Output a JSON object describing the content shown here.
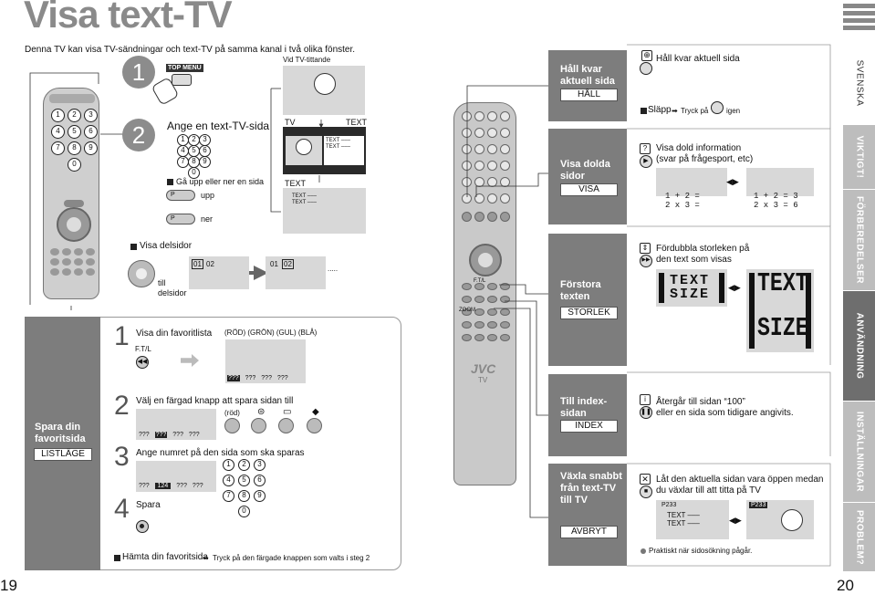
{
  "page": {
    "title": "Visa text-TV",
    "intro": "Denna TV kan visa TV-sändningar och text-TV på samma kanal i två olika fönster.",
    "page_left": "19",
    "page_right": "20"
  },
  "left": {
    "step1_num": "1",
    "top_menu": "TOP MENU",
    "vid_tv": "Vid TV-tittande",
    "step2_num": "2",
    "ange": "Ange en text-TV-sida",
    "gaupp": "Gå upp eller ner en sida",
    "upp": "upp",
    "ner": "ner",
    "tv": "TV",
    "text": "TEXT",
    "textline": "TEXT –––",
    "visa_delsidor": "Visa delsidor",
    "till": "till",
    "delsidor": "delsidor",
    "sub1a": "01",
    "sub1b": "02",
    "sub2a": "01",
    "sub2b": "02",
    "dots": ".....",
    "keys": [
      "1",
      "2",
      "3",
      "4",
      "5",
      "6",
      "7",
      "8",
      "9",
      "0"
    ]
  },
  "spara": {
    "title_line1": "Spara din",
    "title_line2": "favoritsida",
    "box": "LISTLÄGE",
    "s1_num": "1",
    "s1_text": "Visa din favoritlista",
    "ftl": "F.T/L",
    "colors": "(RÖD) (GRÖN) (GUL) (BLÅ)",
    "q": "???",
    "s2_num": "2",
    "s2_text": "Välj en färgad knapp att spara sidan till",
    "rod": "(röd)",
    "s3_num": "3",
    "s3_text": "Ange numret på den sida som ska sparas",
    "n124": "124",
    "s4_num": "4",
    "s4_text": "Spara",
    "hamta": "Hämta din favoritsida",
    "hamta_rest": "Tryck på den färgade knappen som valts i steg 2"
  },
  "remote_right": {
    "logo": "JVC",
    "tv": "TV",
    "ftl": "F.T/L",
    "zoom": "ZOOM"
  },
  "features": [
    {
      "title": [
        "Håll kvar",
        "aktuell sida"
      ],
      "box": "HÅLL"
    },
    {
      "title": [
        "Visa dolda",
        "sidor"
      ],
      "box": "VISA"
    },
    {
      "title": [
        "Förstora",
        "texten"
      ],
      "box": "STORLEK"
    },
    {
      "title": [
        "Till index-",
        "sidan"
      ],
      "box": "INDEX"
    },
    {
      "title": [
        "Växla snabbt",
        "från text-TV",
        "till TV"
      ],
      "box": "AVBRYT"
    }
  ],
  "desc": {
    "hold": "Håll kvar aktuell sida",
    "slapp": "Släpp",
    "tryck": "Tryck på",
    "igen": "igen",
    "visa1": "Visa dold information",
    "visa2": "(svar på frågesport, etc)",
    "q1a": "1 + 2 =",
    "q1b": "2 x 3 =",
    "q2a": "1 + 2 = 3",
    "q2b": "2 x 3 = 6",
    "size1": "Fördubbla storleken på",
    "size2": "den text som visas",
    "textword": "TEXT",
    "sizeword": "SIZE",
    "index1": "Återgår till sidan “100”",
    "index2": "eller en sida som tidigare angivits.",
    "avb1": "Låt den aktuella sidan vara öppen medan",
    "avb2": "du växlar till att titta på TV",
    "p233": "P233",
    "tline": "TEXT –––",
    "praktiskt": "Praktiskt när sidosökning pågår."
  },
  "tabs": [
    "SVENSKA",
    "VIKTIGT!",
    "FÖRBEREDELSER",
    "ANVÄNDNING",
    "INSTÄLLNINGAR",
    "PROBLEM?"
  ]
}
